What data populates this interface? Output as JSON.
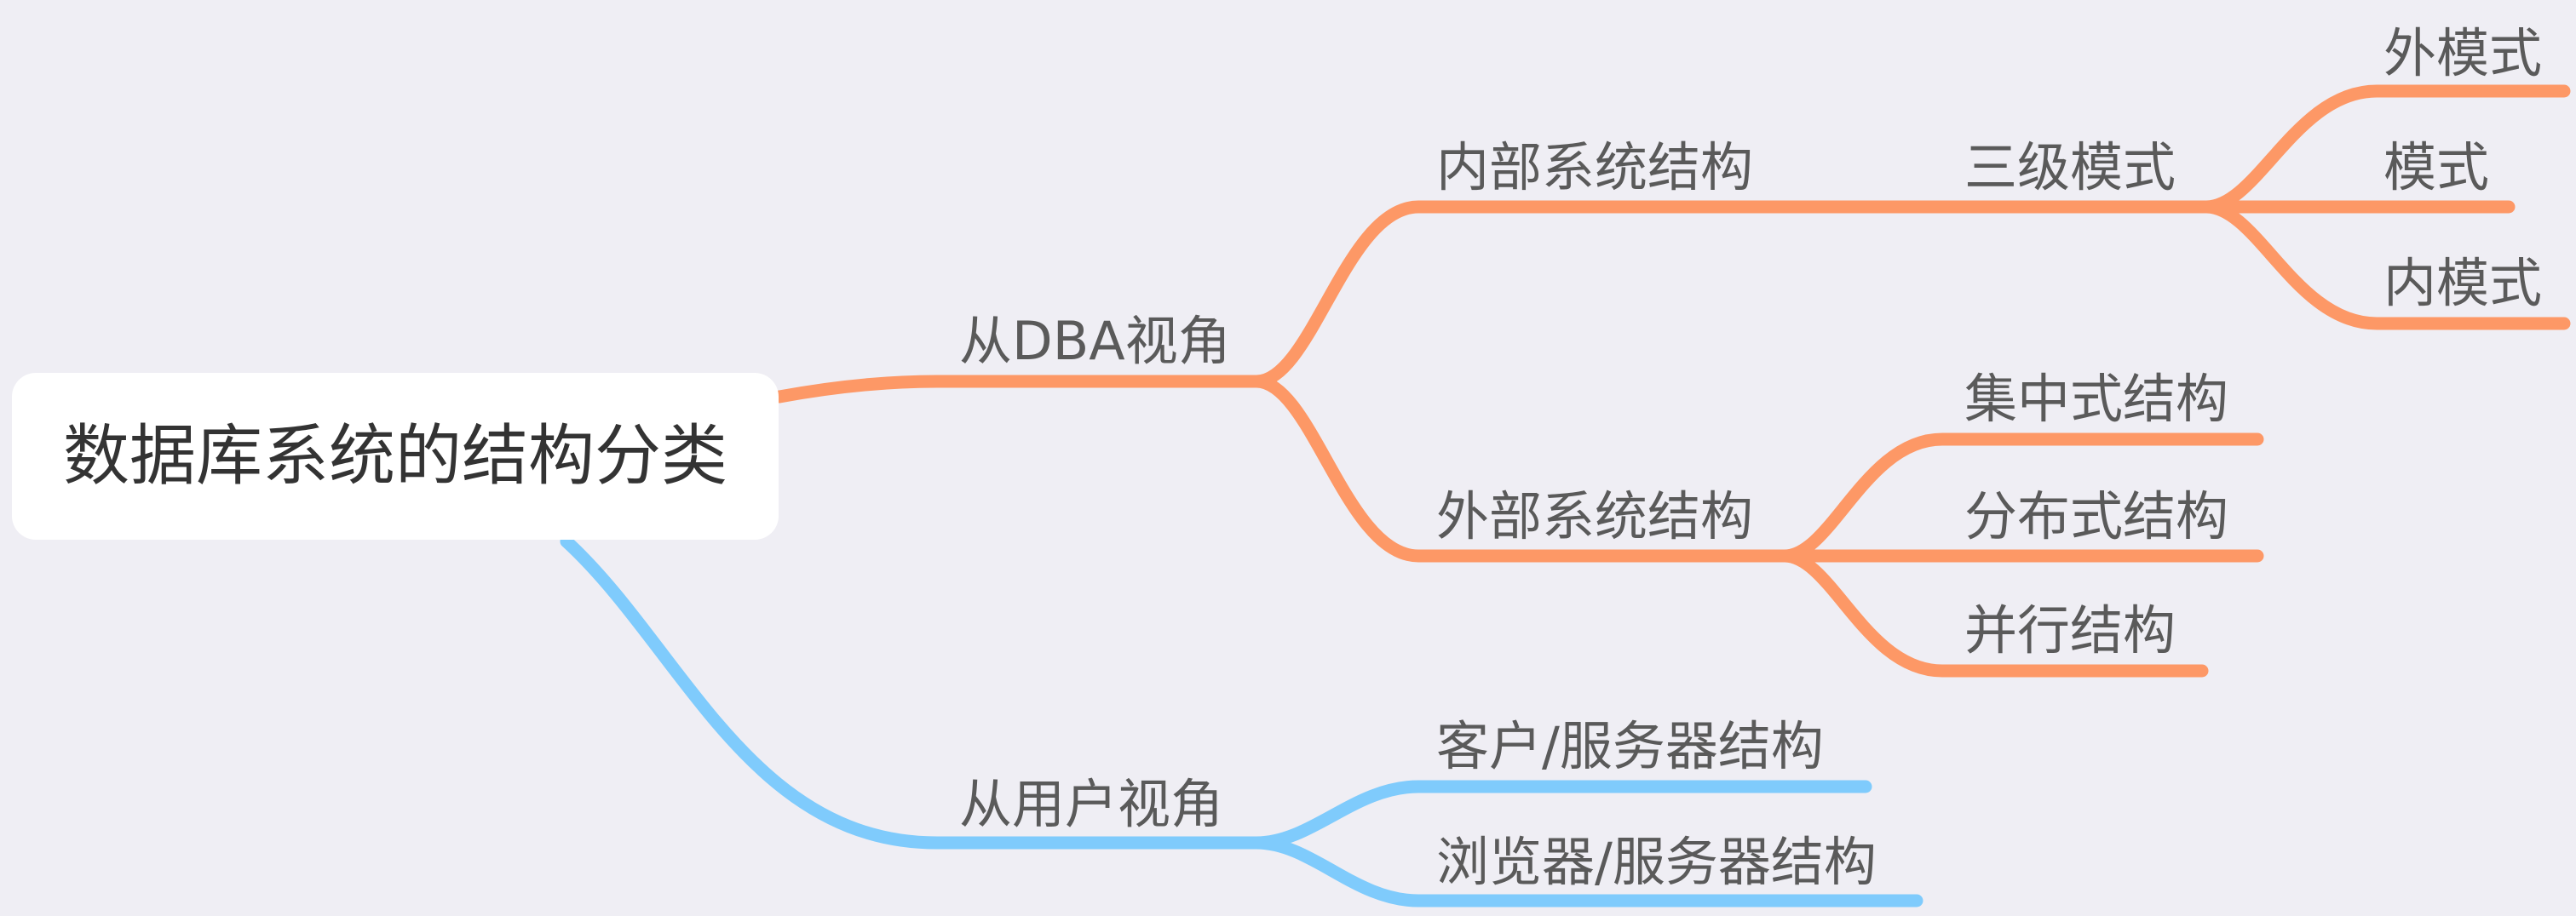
{
  "colors": {
    "background": "#efeef4",
    "dba_branch": "#fd9866",
    "user_branch": "#7fcbfc",
    "root_box": "#ffffff",
    "root_text": "#333333",
    "label_text": "#5a5a5a"
  },
  "root": {
    "title": "数据库系统的结构分类"
  },
  "dba": {
    "label": "从DBA视角",
    "internal": {
      "label": "内部系统结构",
      "three_level": {
        "label": "三级模式",
        "external_schema": "外模式",
        "schema": "模式",
        "internal_schema": "内模式"
      }
    },
    "external": {
      "label": "外部系统结构",
      "centralized": "集中式结构",
      "distributed": "分布式结构",
      "parallel": "并行结构"
    }
  },
  "user": {
    "label": "从用户视角",
    "client_server": "客户/服务器结构",
    "browser_server": "浏览器/服务器结构"
  }
}
